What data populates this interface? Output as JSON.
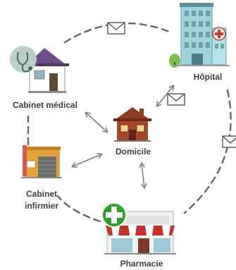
{
  "nodes": {
    "cabinet_medical": {
      "label": "Cabinet médical",
      "icon": "house-stethoscope-icon"
    },
    "hopital": {
      "label": "Hôpital",
      "icon": "hospital-building-icon"
    },
    "domicile": {
      "label": "Domicile",
      "icon": "home-icon"
    },
    "cabinet_infirmier": {
      "label_lines": [
        "Cabinet",
        "infirmier"
      ],
      "icon": "nurse-office-icon"
    },
    "pharmacie": {
      "label": "Pharmacie",
      "icon": "pharmacy-storefront-icon"
    }
  },
  "connections": {
    "ring": {
      "style": "dashed",
      "color": "#666666"
    },
    "to_domicile": {
      "style": "double-arrow",
      "color": "#7f7f7f"
    },
    "message_icons": [
      "envelope-icon",
      "envelope-icon",
      "envelope-icon"
    ]
  },
  "colors": {
    "label_text": "#3f3f3f",
    "pharmacy_cross": "#2aa12e",
    "hospital_glass": "#9fd4dc",
    "house_roof": "#6b4f86",
    "domicile_brown": "#8a3a25",
    "nurse_orange": "#e5a23a"
  }
}
